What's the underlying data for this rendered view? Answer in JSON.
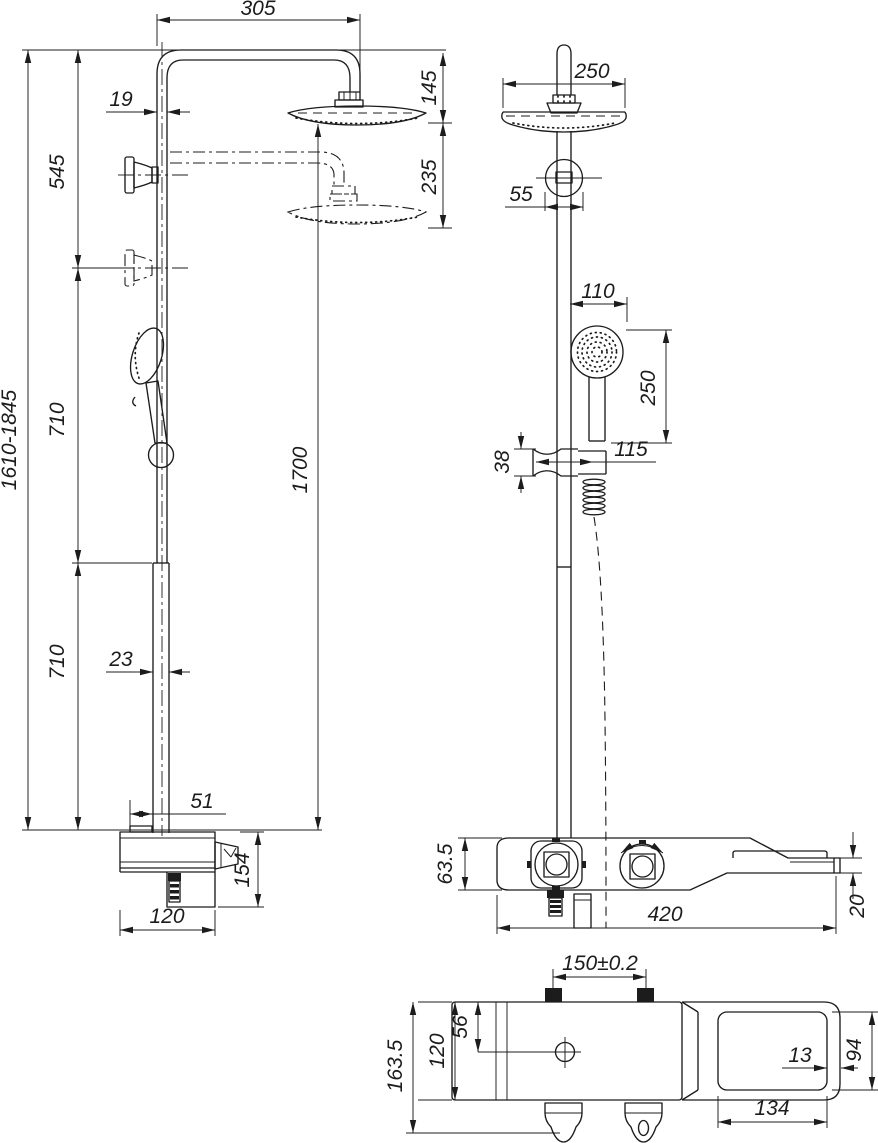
{
  "drawing": {
    "front": {
      "arm_reach": "305",
      "pipe_dia": "19",
      "bracket_span": "545",
      "head_drop": "145",
      "head_travel": "235",
      "overall_height": "1610-1845",
      "segment_mid": "710",
      "column_height": "1700",
      "segment_low": "710",
      "column_dia": "23",
      "base_offset": "51",
      "valve_height": "154",
      "valve_width": "120"
    },
    "side": {
      "head_dia": "250",
      "wall_offset": "55",
      "hand_dia": "110",
      "hand_length": "250",
      "slider_height": "38",
      "slider_reach": "115",
      "body_height": "63.5",
      "body_length": "420",
      "shelf_thickness": "20"
    },
    "plan": {
      "inlet_spacing": "150±0.2",
      "outlet_offset": "56",
      "body_depth": "120",
      "overall_depth": "163.5",
      "shelf_lip": "13",
      "shelf_depth": "94",
      "shelf_width": "134"
    }
  }
}
